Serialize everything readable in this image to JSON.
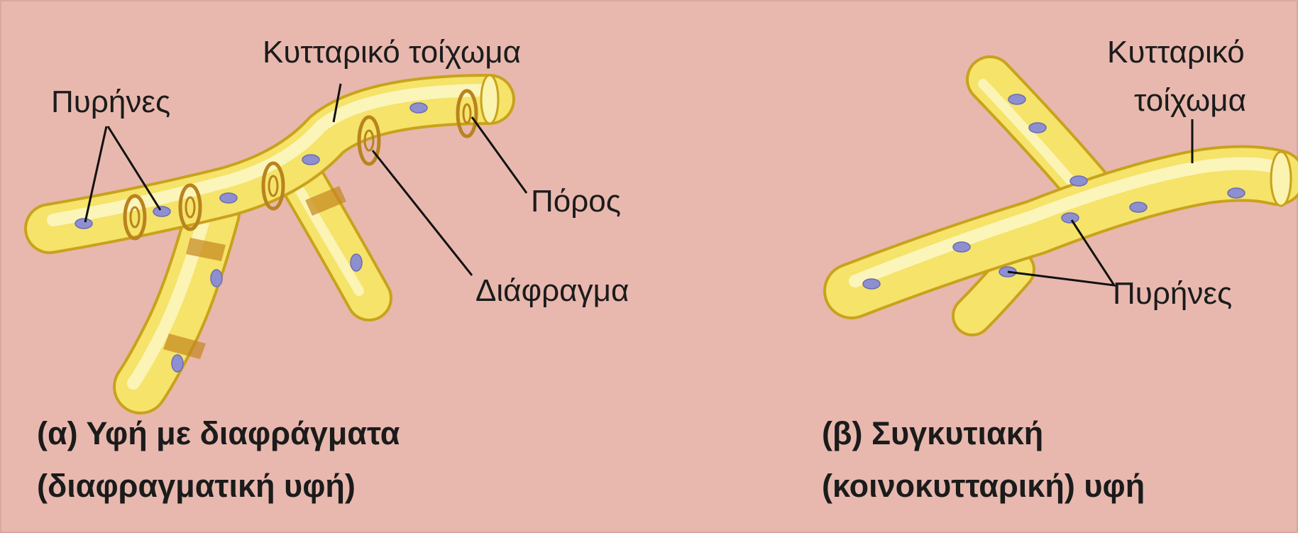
{
  "colors": {
    "background": "#e8b8ae",
    "hypha_fill": "#f5e56a",
    "hypha_highlight": "#fdf8c8",
    "hypha_edge": "#c9a21c",
    "septum": "#c4861e",
    "nucleus": "#8e8fd0",
    "label_text": "#1b1b1b"
  },
  "panel_a": {
    "labels": {
      "nuclei": "Πυρήνες",
      "cell_wall": "Κυτταρικό τοίχωμα",
      "pore": "Πόρος",
      "septum": "Διάφραγμα"
    },
    "caption": {
      "line1": "(α) Υφή με διαφράγματα",
      "line2": "(διαφραγματική υφή)"
    }
  },
  "panel_b": {
    "labels": {
      "cell_wall_line1": "Κυτταρικό",
      "cell_wall_line2": "τοίχωμα",
      "nuclei": "Πυρήνες"
    },
    "caption": {
      "line1": "(β) Συγκυτιακή",
      "line2": "(κοινοκυτταρική) υφή"
    }
  }
}
